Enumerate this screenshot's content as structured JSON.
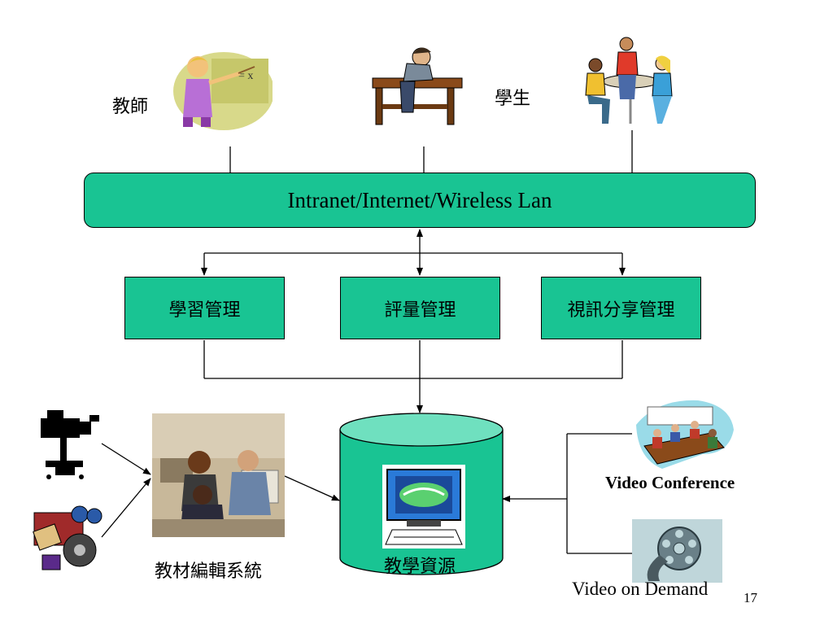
{
  "labels": {
    "teacher": "教師",
    "student": "學生",
    "authoring": "教材編輯系統",
    "resources": "教學資源",
    "video_conference": "Video Conference",
    "video_on_demand": "Video on Demand",
    "page_number": "17"
  },
  "network": {
    "label": "Intranet/Internet/Wireless Lan"
  },
  "managers": [
    {
      "label": "學習管理"
    },
    {
      "label": "評量管理"
    },
    {
      "label": "視訊分享管理"
    }
  ],
  "colors": {
    "box_fill": "#19c493",
    "cylinder_fill": "#19c493",
    "cylinder_top": "#6fe0bf"
  },
  "icons": [
    "teacher-clipart-icon",
    "student-writing-clipart-icon",
    "students-group-clipart-icon",
    "video-camera-icon",
    "film-projector-icon",
    "office-workers-photo",
    "monitor-disc-icon",
    "conference-meeting-clipart-icon",
    "film-reel-icon"
  ]
}
